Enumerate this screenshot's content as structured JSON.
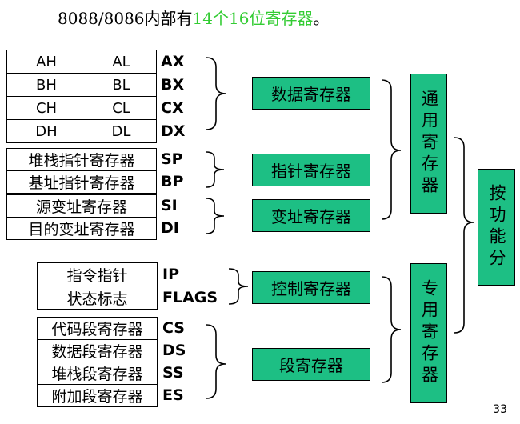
{
  "title": {
    "prefix": "8088/8086内部有",
    "highlight": "14个16位寄存器",
    "suffix": "。"
  },
  "general_regs": [
    {
      "high": "AH",
      "low": "AL",
      "name": "AX"
    },
    {
      "high": "BH",
      "low": "BL",
      "name": "BX"
    },
    {
      "high": "CH",
      "low": "CL",
      "name": "CX"
    },
    {
      "high": "DH",
      "low": "DL",
      "name": "DX"
    }
  ],
  "pointer_regs": [
    {
      "desc": "堆栈指针寄存器",
      "name": "SP"
    },
    {
      "desc": "基址指针寄存器",
      "name": "BP"
    }
  ],
  "index_regs": [
    {
      "desc": "源变址寄存器",
      "name": "SI"
    },
    {
      "desc": "目的变址寄存器",
      "name": "DI"
    }
  ],
  "control_regs": [
    {
      "desc": "指令指针",
      "name": "IP"
    },
    {
      "desc": "状态标志",
      "name": "FLAGS"
    }
  ],
  "segment_regs": [
    {
      "desc": "代码段寄存器",
      "name": "CS"
    },
    {
      "desc": "数据段寄存器",
      "name": "DS"
    },
    {
      "desc": "堆栈段寄存器",
      "name": "SS"
    },
    {
      "desc": "附加段寄存器",
      "name": "ES"
    }
  ],
  "categories": {
    "data": "数据寄存器",
    "pointer": "指针寄存器",
    "index": "变址寄存器",
    "control": "控制寄存器",
    "segment": "段寄存器"
  },
  "groups": {
    "general": "通用寄存器",
    "special": "专用寄存器",
    "by_function": "按功能分"
  },
  "page_number": "33",
  "colors": {
    "box_fill": "#1dbf84",
    "title_highlight": "#33cc33"
  }
}
